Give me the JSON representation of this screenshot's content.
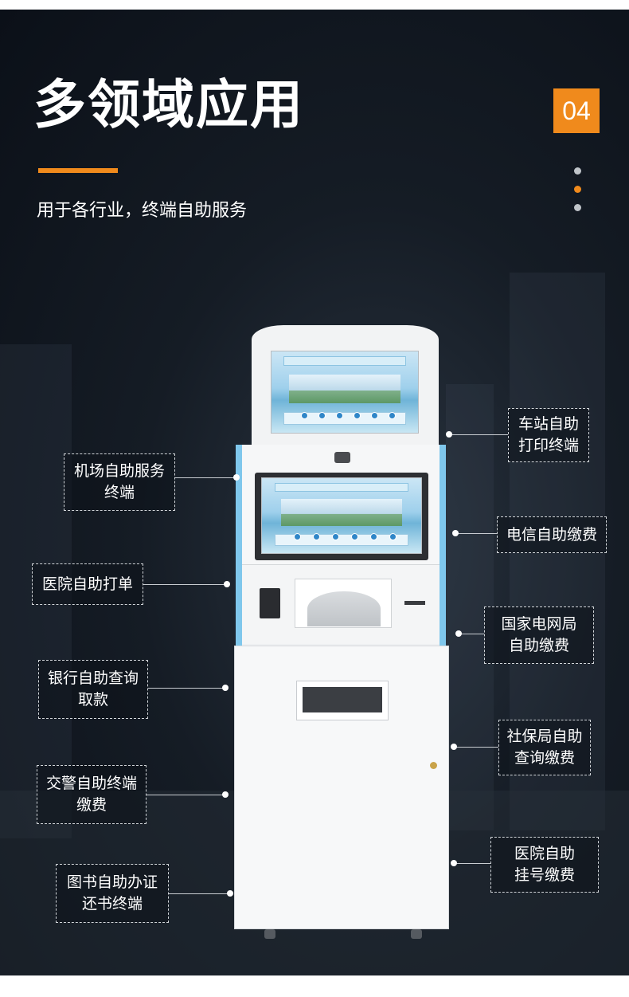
{
  "header": {
    "title": "多领域应用",
    "subtitle": "用于各行业，终端自助服务",
    "section_number": "04"
  },
  "colors": {
    "accent": "#f08a1c",
    "background": "#151c25",
    "label_border": "#d0d4d8",
    "kiosk_trim": "#7fc7ec"
  },
  "applications_left": [
    {
      "line1": "机场自助服务",
      "line2": "终端"
    },
    {
      "line1": "医院自助打单",
      "line2": ""
    },
    {
      "line1": "银行自助查询",
      "line2": "取款"
    },
    {
      "line1": "交警自助终端",
      "line2": "缴费"
    },
    {
      "line1": "图书自助办证",
      "line2": "还书终端"
    }
  ],
  "applications_right": [
    {
      "line1": "车站自助",
      "line2": "打印终端"
    },
    {
      "line1": "电信自助缴费",
      "line2": ""
    },
    {
      "line1": "国家电网局",
      "line2": "自助缴费"
    },
    {
      "line1": "社保局自助",
      "line2": "查询缴费"
    },
    {
      "line1": "医院自助",
      "line2": "挂号缴费"
    }
  ]
}
